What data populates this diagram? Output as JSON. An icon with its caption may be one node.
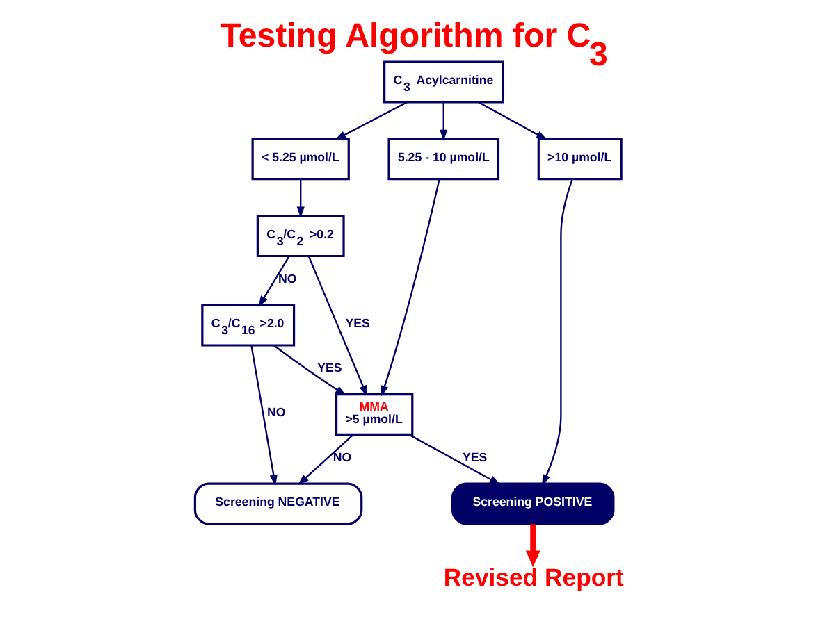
{
  "diagram": {
    "title": "Testing Algorithm for C$_{3}$",
    "nodes": [
      {
        "text": [
          "C$_{3}$ Acylcarnitine"
        ]
      },
      {
        "text": [
          "< 5.25 µmol/L"
        ]
      },
      {
        "text": [
          "5.25 - 10 µmol/L"
        ]
      },
      {
        "text": [
          ">10 µmol/L"
        ]
      },
      {
        "text": [
          "C$_{3}$/C$_{2}$ >0.2"
        ]
      },
      {
        "text": [
          "MMA",
          ">5 µmol/L"
        ]
      },
      {
        "text": [
          "C$_{3}$/C$_{16}$ >2.0"
        ]
      },
      {
        "text": [
          "Screening NEGATIVE"
        ]
      },
      {
        "text": [
          "Screening POSITIVE"
        ]
      },
      {
        "text": [
          "Revised Report"
        ]
      }
    ],
    "edges": [
      {
        "from": 0,
        "to": 1,
        "arrow": "to"
      },
      {
        "from": 0,
        "to": 2,
        "arrow": "to"
      },
      {
        "from": 0,
        "to": 3,
        "arrow": "to"
      },
      {
        "from": 1,
        "to": 4,
        "arrow": "to"
      },
      {
        "from": 4,
        "to": 5,
        "arrow": "to",
        "label": "YES"
      },
      {
        "from": 4,
        "to": 6,
        "arrow": "to",
        "label": "NO"
      },
      {
        "from": 6,
        "to": 5,
        "arrow": "to",
        "label": "YES"
      },
      {
        "from": 2,
        "to": 5,
        "arrow": "to"
      },
      {
        "from": 6,
        "to": 7,
        "arrow": "to",
        "label": "NO"
      },
      {
        "from": 5,
        "to": 7,
        "arrow": "to",
        "label": "NO"
      },
      {
        "from": 5,
        "to": 8,
        "arrow": "to",
        "label": "YES"
      },
      {
        "from": 3,
        "to": 8,
        "arrow": "to"
      },
      {
        "from": 8,
        "to": 9,
        "arrow": "to",
        "style": "thick",
        "color": "#ff0000"
      }
    ]
  }
}
